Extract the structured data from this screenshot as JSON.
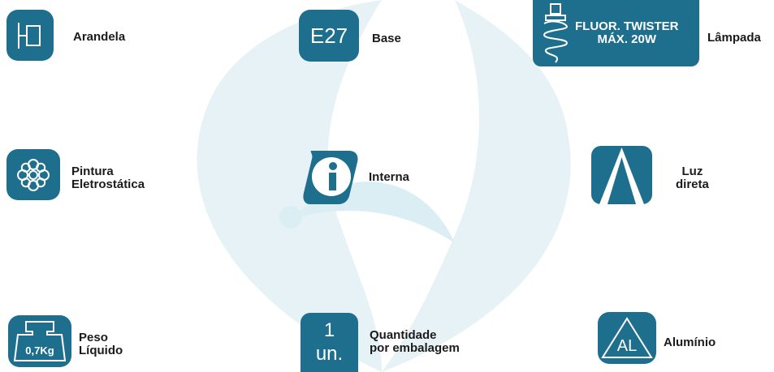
{
  "colors": {
    "tile": "#1e6e8e",
    "watermark": "#e3f1f6",
    "text": "#1b1b1b"
  },
  "items": [
    {
      "icon": "wall-sconce-icon",
      "label": "Arandela"
    },
    {
      "icon": "e27-base-icon",
      "icon_text": "E27",
      "label": "Base"
    },
    {
      "icon": "twister-bulb-icon",
      "icon_text_line1": "FLUOR. TWISTER",
      "icon_text_line2": "MÁX. 20W",
      "label": "Lâmpada"
    },
    {
      "icon": "paint-flower-icon",
      "label_line1": "Pintura",
      "label_line2": "Eletrostática"
    },
    {
      "icon": "info-icon",
      "icon_text": "i",
      "label": "Interna"
    },
    {
      "icon": "direct-light-icon",
      "label_line1": "Luz",
      "label_line2": "direta"
    },
    {
      "icon": "weight-icon",
      "icon_text": "0,7Kg",
      "label_line1": "Peso",
      "label_line2": "Líquido"
    },
    {
      "icon": "package-quantity-icon",
      "icon_text_line1": "1",
      "icon_text_line2": "un.",
      "label_line1": "Quantidade",
      "label_line2": "por embalagem"
    },
    {
      "icon": "aluminium-icon",
      "icon_text": "AL",
      "label": "Alumínio"
    }
  ]
}
